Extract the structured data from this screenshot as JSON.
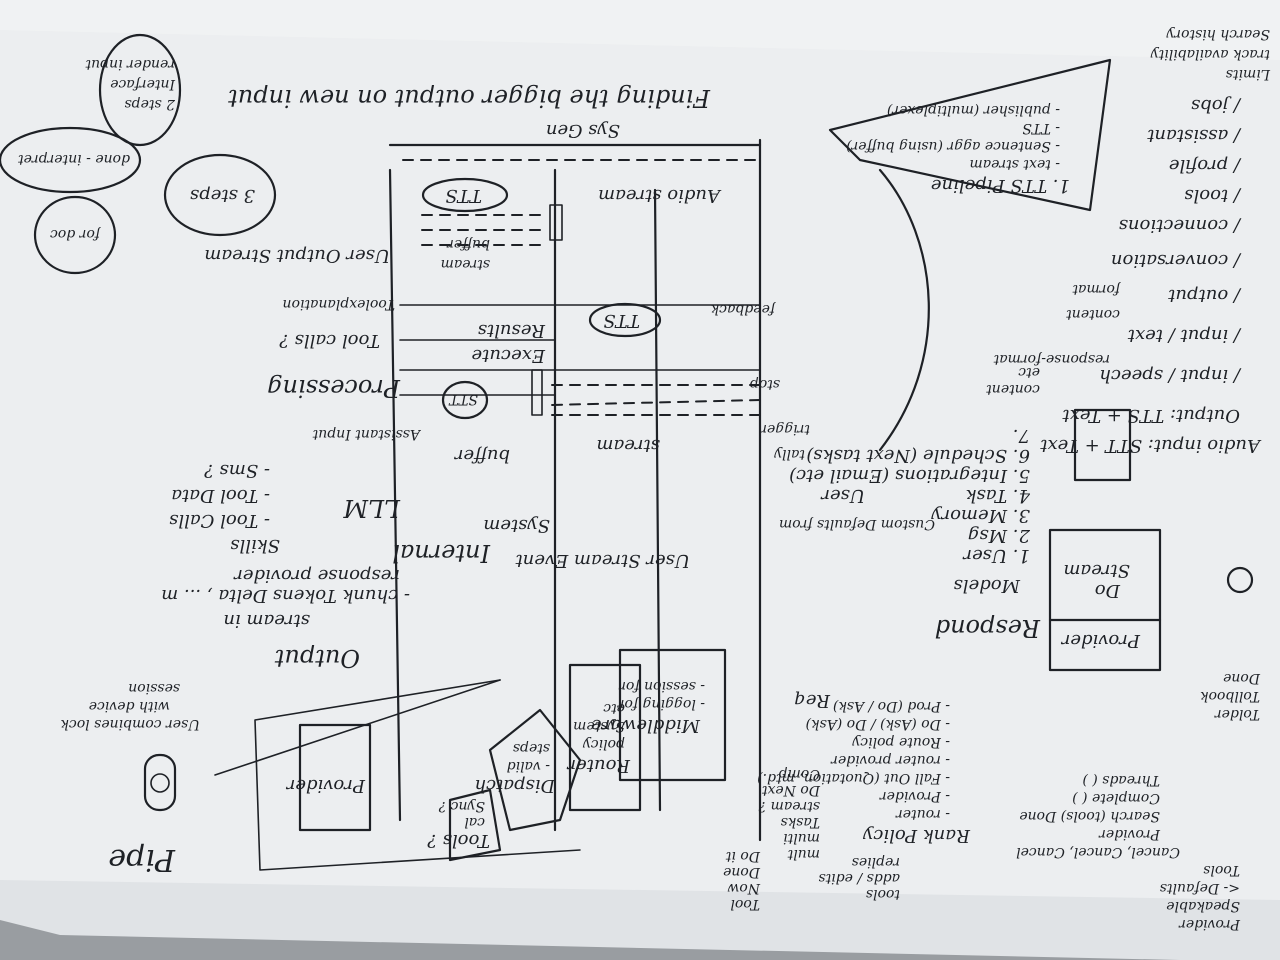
{
  "header_notes": {
    "finding": "Finding the bigger output on new input",
    "sys_gen": "Sys Gen"
  },
  "top_left": {
    "steps_two": "2 steps",
    "interface_lines": [
      "Interface",
      "render input"
    ],
    "three_steps": "3 steps",
    "done": "done - interpret",
    "for_doc": "for doc"
  },
  "tts_box": {
    "title": "1. TTS Pipeline",
    "items": [
      "- text stream",
      "- Sentence aggr (using buffer)",
      "- TTS",
      "- publisher (multiplexer)"
    ]
  },
  "right_list": {
    "top": [
      "Search history",
      "track availability",
      "Limits"
    ],
    "items": [
      "/ jobs",
      "/ assistant",
      "/ profile",
      "/ tools",
      "/ connections",
      "/ conversation",
      "/ output",
      "/ input / text",
      "/ input / speech"
    ],
    "format_notes": [
      "format",
      "content",
      "response-format"
    ],
    "content_etc": [
      "content",
      "etc"
    ]
  },
  "audio_io": {
    "input": "Audio input: STT + Text",
    "output": "Output: TTS + Text"
  },
  "diagram": {
    "audio_stream": "Audio stream",
    "feedback": "feedback",
    "stop": "stop",
    "stream": "stream",
    "trigger": "trigger",
    "tally": "tally",
    "user": "User",
    "buffer_stream": [
      "buffer",
      "stream"
    ],
    "user_output_stream": "User Output Stream",
    "tts1": "TTS",
    "tts2": "TTS",
    "results": "Results",
    "execute": "Execute",
    "stt": "STT",
    "buffer": "buffer",
    "toolexplanation": "Toolexplanation",
    "toolcalls": "Tool calls ?",
    "processing": "Processing",
    "assistant_input": "Assistant Input",
    "system": "System"
  },
  "models": {
    "roles": [
      "Do",
      "Stream"
    ],
    "provider": "Provider",
    "respond": "Respond",
    "models_label": "Models",
    "list": [
      "1. User",
      "2. Msg",
      "3. Memory",
      "4. Task",
      "5. Integrations (Email etc)",
      "6. Schedule (Next tasks)",
      "7."
    ],
    "label_custom": "Custom Defaults from"
  },
  "llm_block": {
    "internal": "Internal",
    "llm": "LLM",
    "skills": [
      "Skills",
      "- Tool Calls",
      "- Tool Data",
      "- Sms ?"
    ],
    "output": "Output",
    "stream_in": "stream in",
    "chunk": "- chunk Tokens Delta , ... m",
    "response_provider": "response provider",
    "user_stream_event": "User Stream Event"
  },
  "middleware": {
    "middleware": [
      "Middleware",
      "- logging for",
      "- session for"
    ],
    "req": "Req",
    "router": [
      "Router",
      "policy",
      "System",
      "etc"
    ],
    "dispatch": [
      "Dispatch",
      "- valid",
      "steps"
    ],
    "tools": [
      "Tools ?",
      "cal",
      "Sync ?"
    ],
    "provider": "Provider"
  },
  "pipe": {
    "label": "Pipe",
    "note": [
      "User combines lock",
      "with device",
      "session"
    ]
  },
  "bottom_notes": {
    "rank_policy": [
      "Rank Policy",
      "- router",
      "- Provider",
      "- Fall Out (Quotation, mtd.)",
      "- router provider",
      "- Route policy",
      "- Do (Ask) / Do (Ask)",
      "- Prod (Do / Ask)"
    ],
    "multi": [
      "mult",
      "multi",
      "Tasks",
      "stream ?",
      "Do Next",
      "Comp"
    ],
    "side": [
      "tools",
      "adds / edits",
      "replies"
    ],
    "tool": [
      "Tool",
      "Now",
      "Done",
      "Do it"
    ],
    "right": [
      "Provider",
      "Speakable",
      "<- Defaults",
      "Tools",
      "Cancel, Cancel, Cancel",
      "Provider",
      "Search (tools) Done",
      "Complete ( )",
      "Threads ( )"
    ],
    "corner": [
      "Tolder",
      "Tollbook",
      "Done"
    ]
  }
}
